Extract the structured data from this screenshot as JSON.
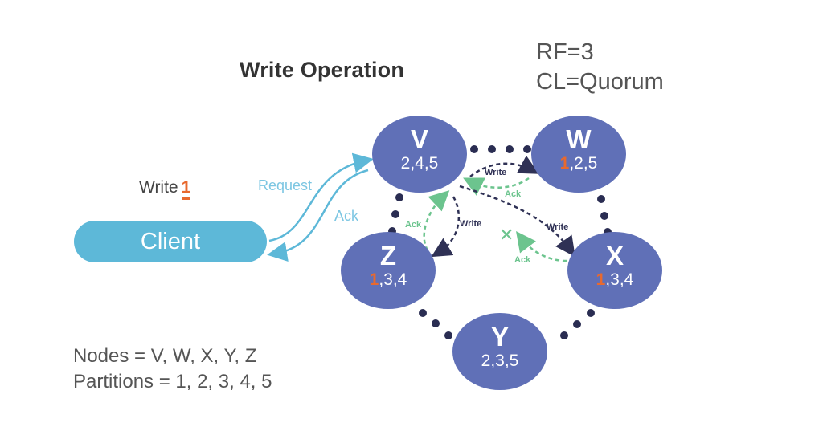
{
  "title": "Write Operation",
  "params": {
    "rf": "RF=3",
    "cl": "CL=Quorum"
  },
  "client": {
    "label": "Client",
    "write_prefix": "Write",
    "write_value": "1"
  },
  "client_links": {
    "request": "Request",
    "ack": "Ack"
  },
  "legend": {
    "nodes": "Nodes = V, W, X, Y, Z",
    "partitions": "Partitions = 1, 2, 3, 4, 5"
  },
  "colors": {
    "node": "#6070b7",
    "client": "#5db8d8",
    "highlight": "#e8692e",
    "write_arrow": "#2f3155",
    "ack_arrow": "#6cc48e",
    "ring_dot": "#2a2d52"
  },
  "nodes": [
    {
      "id": "V",
      "partitions_highlight": "",
      "partitions_rest": "2,4,5",
      "has_write": false
    },
    {
      "id": "W",
      "partitions_highlight": "1",
      "partitions_rest": ",2,5",
      "has_write": true
    },
    {
      "id": "X",
      "partitions_highlight": "1",
      "partitions_rest": ",3,4",
      "has_write": true
    },
    {
      "id": "Y",
      "partitions_highlight": "",
      "partitions_rest": "2,3,5",
      "has_write": false
    },
    {
      "id": "Z",
      "partitions_highlight": "1",
      "partitions_rest": ",3,4",
      "has_write": true
    }
  ],
  "ring_order": [
    "V",
    "W",
    "X",
    "Y",
    "Z"
  ],
  "edges": [
    {
      "from": "V",
      "to": "W",
      "write_label": "Write",
      "ack_label": "Ack",
      "ack_failed": false
    },
    {
      "from": "V",
      "to": "Z",
      "write_label": "Write",
      "ack_label": "Ack",
      "ack_failed": false
    },
    {
      "from": "V",
      "to": "X",
      "write_label": "Write",
      "ack_label": "Ack",
      "ack_failed": true,
      "fail_mark": "✕"
    }
  ]
}
